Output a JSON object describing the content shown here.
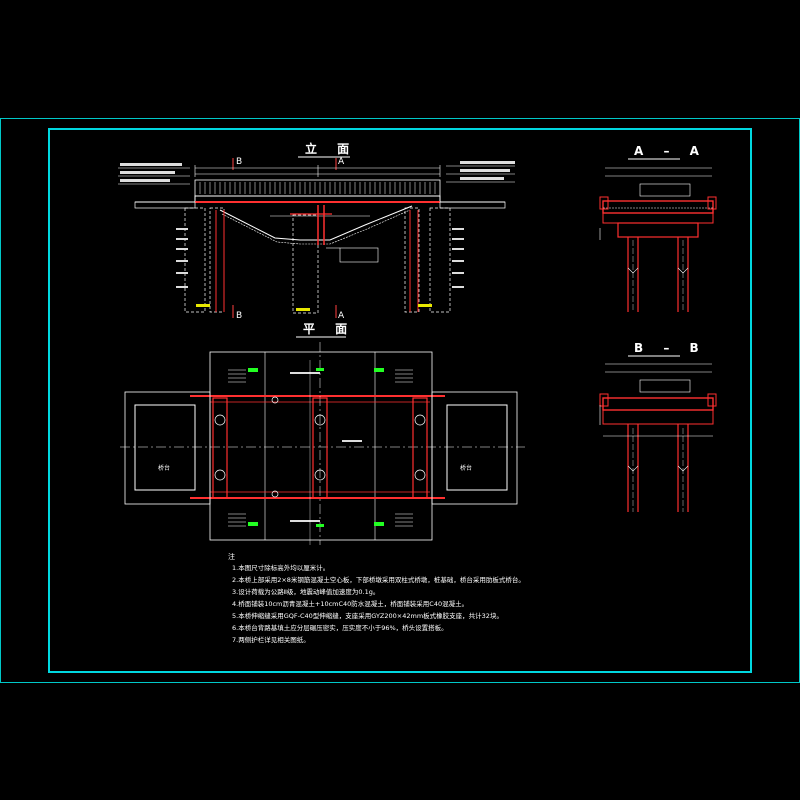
{
  "drawing": {
    "titles": {
      "elevation": "立 面",
      "plan": "平 面",
      "section_a": "A – A",
      "section_b": "B – B"
    },
    "markers": {
      "a": "A",
      "b": "B"
    },
    "plan_labels": {
      "abutment_left": "桥台",
      "abutment_right": "桥台"
    },
    "notes_heading": "注",
    "notes": [
      "1.本图尺寸除标高外均以厘米计。",
      "2.本桥上部采用2×8米钢筋混凝土空心板，下部桥墩采用双柱式桥墩，桩基础，桥台采用肋板式桥台。",
      "3.设计荷载为公路Ⅱ级，地震动峰值加速度为0.1g。",
      "4.桥面铺装10cm沥青混凝土+10cmC40防水混凝土，桥面铺装采用C40混凝土。",
      "5.本桥伸缩缝采用GQF-C40型伸缩缝，支座采用GYZ200×42mm板式橡胶支座，共计32块。",
      "6.本桥台背路基填土应分层碾压密实，压实度不小于96%，桥头设置搭板。",
      "7.两侧护栏详见相关图纸。"
    ]
  }
}
